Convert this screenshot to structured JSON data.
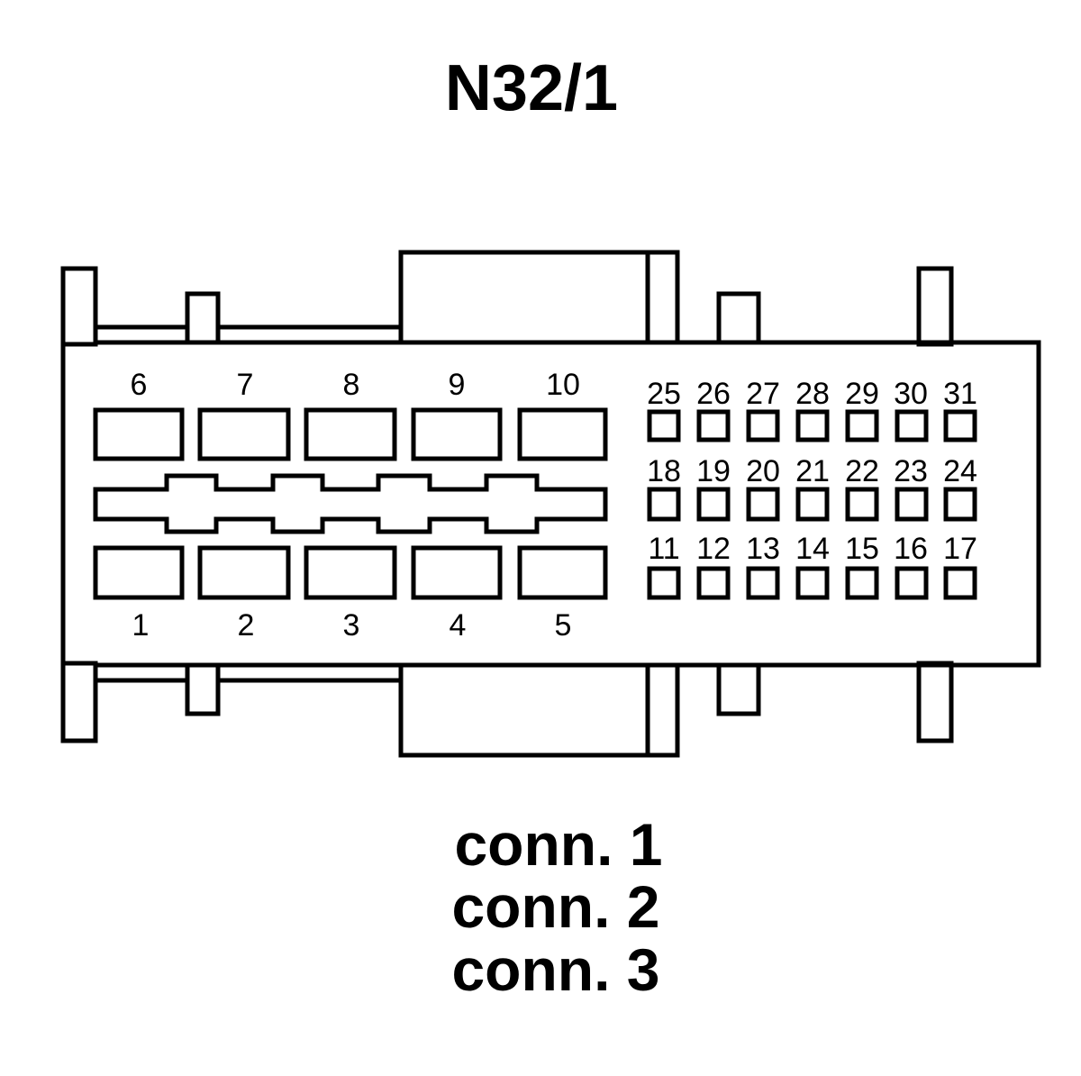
{
  "title": "N32/1",
  "colors": {
    "line": "#000000",
    "background": "#ffffff"
  },
  "pins": {
    "large_top": [
      "6",
      "7",
      "8",
      "9",
      "10"
    ],
    "large_bottom": [
      "1",
      "2",
      "3",
      "4",
      "5"
    ],
    "small_row1": [
      "25",
      "26",
      "27",
      "28",
      "29",
      "30",
      "31"
    ],
    "small_row2": [
      "18",
      "19",
      "20",
      "21",
      "22",
      "23",
      "24"
    ],
    "small_row3": [
      "11",
      "12",
      "13",
      "14",
      "15",
      "16",
      "17"
    ]
  },
  "connectors": [
    "conn. 1",
    "conn. 2",
    "conn. 3"
  ]
}
